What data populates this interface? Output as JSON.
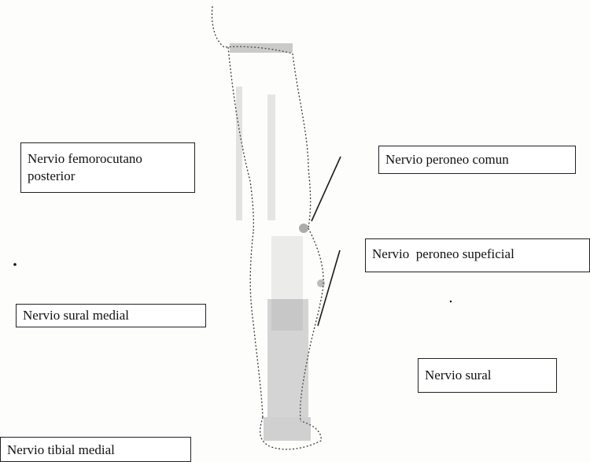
{
  "diagram": {
    "labels": {
      "femorocutano_posterior": "Nervio femorocutano posterior",
      "peroneo_comun": "Nervio peroneo comun",
      "peroneo_superficial": "Nervio  peroneo supeficial",
      "sural_medial": "Nervio sural medial",
      "sural": "Nervio sural",
      "tibial_medial": "Nervio tibial medial"
    },
    "colors": {
      "ink": "#111111",
      "stipple": "#6a6a6a",
      "paper": "#fdfdfc"
    }
  }
}
